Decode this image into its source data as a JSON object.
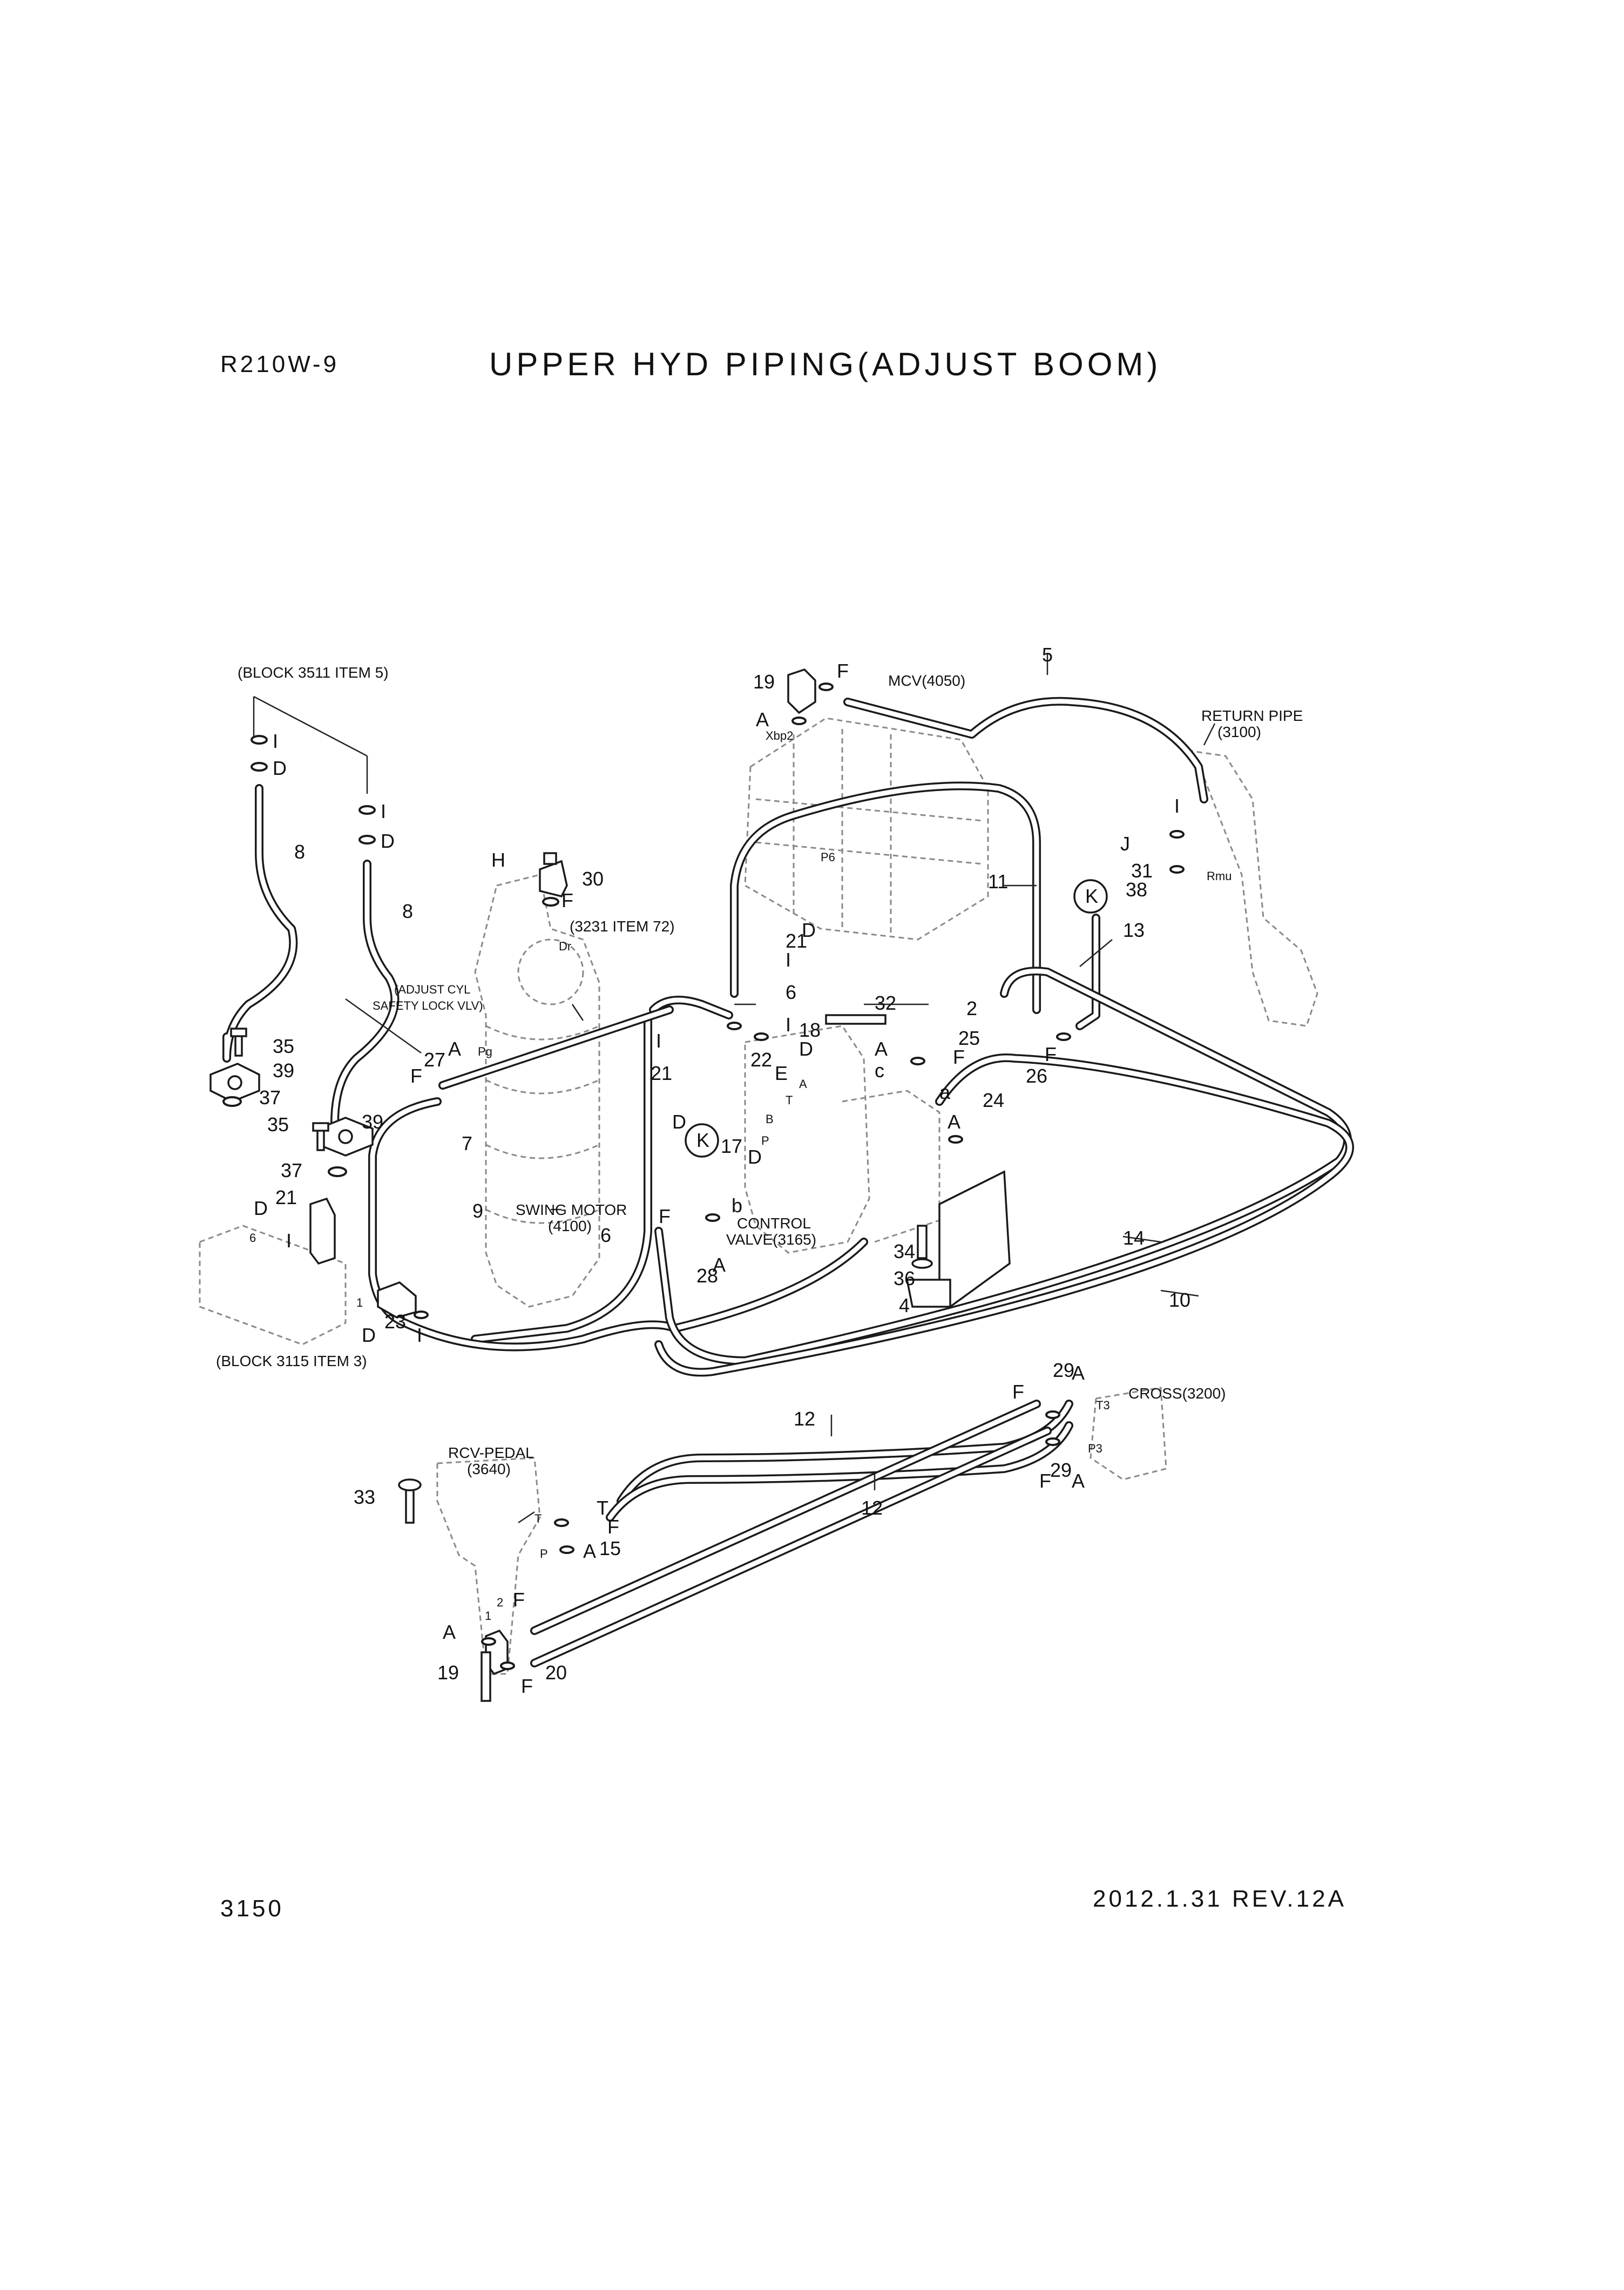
{
  "header": {
    "model": "R210W-9",
    "title": "UPPER HYD PIPING(ADJUST BOOM)"
  },
  "footer": {
    "page_number": "3150",
    "date_revision": "2012.1.31  REV.12A"
  },
  "callouts": {
    "block_3511": "(BLOCK 3511 ITEM 5)",
    "block_3115": "(BLOCK 3115 ITEM 3)",
    "mcv": "MCV(4050)",
    "return_pipe_1": "RETURN PIPE",
    "return_pipe_2": "(3100)",
    "item_3231": "(3231 ITEM 72)",
    "adjust_cyl_1": "(ADJUST CYL",
    "adjust_cyl_2": "SAFETY LOCK VLV)",
    "swing_motor_1": "SWING MOTOR",
    "swing_motor_2": "(4100)",
    "control_valve_1": "CONTROL",
    "control_valve_2": "VALVE(3165)",
    "cross_valve": "CROSS(3200)",
    "rcv_pedal_1": "RCV-PEDAL",
    "rcv_pedal_2": "(3640)"
  },
  "part_numbers": {
    "p1": "1",
    "p2": "2",
    "p4": "4",
    "p5": "5",
    "p6": "6",
    "p7": "7",
    "p8": "8",
    "p9": "9",
    "p10": "10",
    "p11": "11",
    "p12": "12",
    "p13": "13",
    "p14": "14",
    "p15": "15",
    "p17": "17",
    "p18": "18",
    "p19": "19",
    "p20": "20",
    "p21": "21",
    "p22": "22",
    "p23": "23",
    "p24": "24",
    "p25": "25",
    "p26": "26",
    "p27": "27",
    "p28": "28",
    "p29": "29",
    "p30": "30",
    "p31": "31",
    "p32": "32",
    "p33": "33",
    "p34": "34",
    "p35": "35",
    "p36": "36",
    "p37": "37",
    "p38": "38",
    "p39": "39"
  },
  "port_letters": {
    "A": "A",
    "B": "B",
    "D": "D",
    "E": "E",
    "F": "F",
    "H": "H",
    "I": "I",
    "J": "J",
    "T": "T",
    "P": "P",
    "K": "K",
    "a": "a",
    "b": "b",
    "c": "c",
    "Dr": "Dr",
    "Pg": "Pg",
    "P6": "P6",
    "Xbp2": "Xbp2",
    "Rmu": "Rmu",
    "T3": "T3",
    "P3": "P3"
  }
}
